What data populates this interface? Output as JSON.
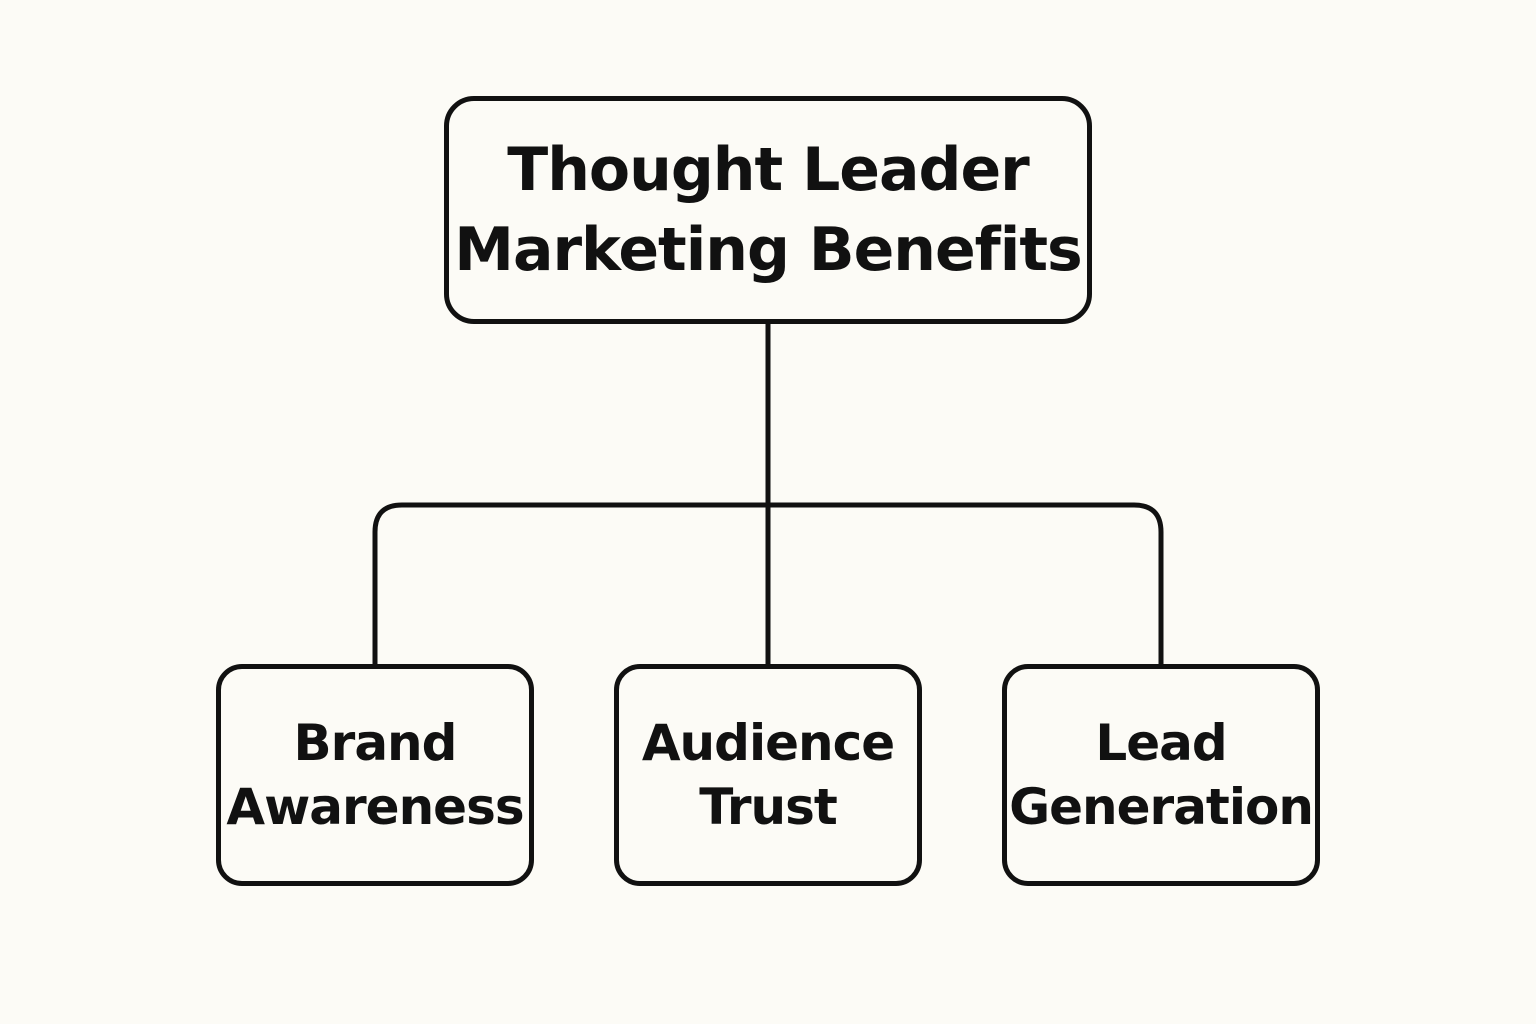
{
  "diagram": {
    "root": {
      "line1": "Thought Leader",
      "line2": "Marketing Benefits"
    },
    "children": [
      {
        "line1": "Brand",
        "line2": "Awareness"
      },
      {
        "line1": "Audience",
        "line2": "Trust"
      },
      {
        "line1": "Lead",
        "line2": "Generation"
      }
    ]
  },
  "colors": {
    "background": "#fcfbf6",
    "stroke": "#111111",
    "text": "#111111"
  }
}
